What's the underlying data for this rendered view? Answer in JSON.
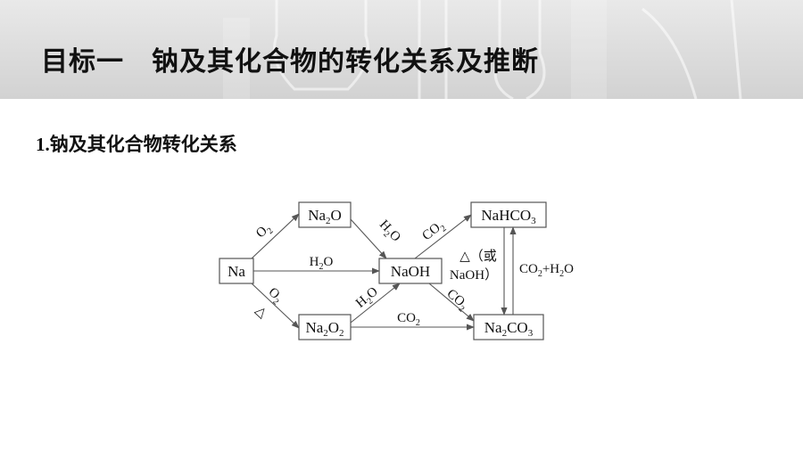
{
  "header": {
    "title": "目标一　钠及其化合物的转化关系及推断"
  },
  "section": {
    "number": "1.",
    "heading": "钠及其化合物转化关系"
  },
  "nodes": {
    "na": "Na",
    "na2o": [
      "Na",
      "2",
      "O"
    ],
    "naoh": "NaOH",
    "na2o2": [
      "Na",
      "2",
      "O",
      "2"
    ],
    "nahco3": [
      "NaHCO",
      "3"
    ],
    "na2co3": [
      "Na",
      "2",
      "CO",
      "3"
    ]
  },
  "edges": {
    "na_na2o": [
      "O",
      "2"
    ],
    "na_naoh": [
      "H",
      "2",
      "O"
    ],
    "na_na2o2": [
      "O",
      "2"
    ],
    "na_na2o2_heat": "△",
    "na2o_naoh": [
      "H",
      "2",
      "O"
    ],
    "na2o2_naoh": [
      "H",
      "2",
      "O"
    ],
    "naoh_nahco3": [
      "CO",
      "2"
    ],
    "naoh_na2co3": [
      "CO",
      "2"
    ],
    "na2o2_na2co3": [
      "CO",
      "2"
    ],
    "nahco3_to_na2co3_line1": "△（或",
    "nahco3_to_na2co3_line2": "NaOH）",
    "na2co3_to_nahco3": [
      "CO",
      "2",
      "+H",
      "2",
      "O"
    ]
  }
}
